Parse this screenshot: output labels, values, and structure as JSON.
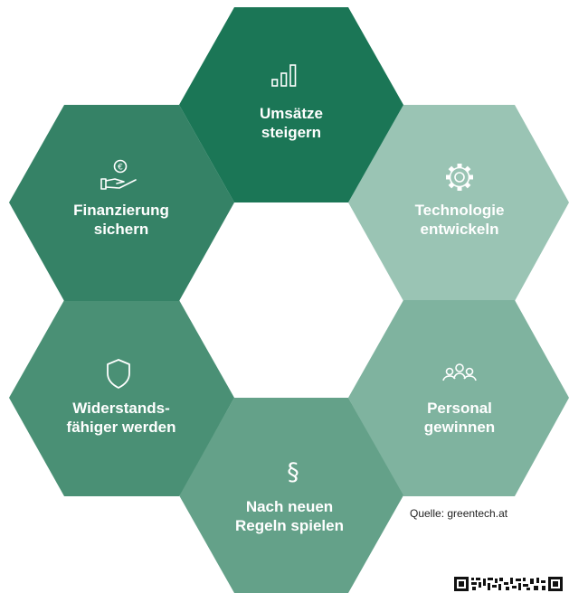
{
  "hexagons": [
    {
      "id": "umsaetze",
      "line1": "Umsätze",
      "line2": "steigern",
      "icon": "bar-chart-icon",
      "color": "#1b7656"
    },
    {
      "id": "technologie",
      "line1": "Technologie",
      "line2": "entwickeln",
      "icon": "gear-icon",
      "color": "#9ac4b4"
    },
    {
      "id": "personal",
      "line1": "Personal",
      "line2": "gewinnen",
      "icon": "people-icon",
      "color": "#7fb39f"
    },
    {
      "id": "regeln",
      "line1": "Nach neuen",
      "line2": "Regeln spielen",
      "icon": "paragraph-icon",
      "color": "#64a189"
    },
    {
      "id": "widerstand",
      "line1": "Widerstands-",
      "line2": "fähiger werden",
      "icon": "shield-icon",
      "color": "#4a9075"
    },
    {
      "id": "finanzierung",
      "line1": "Finanzierung",
      "line2": "sichern",
      "icon": "hand-euro-icon",
      "color": "#358266"
    }
  ],
  "source": "Quelle: greentech.at"
}
